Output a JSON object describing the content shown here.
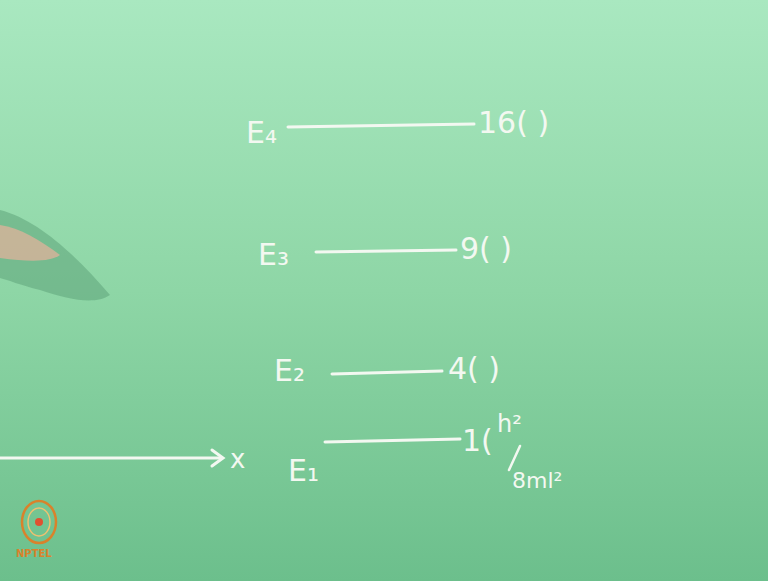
{
  "diagram": {
    "labels": [
      "E₄",
      "16( )",
      "E₃",
      "9( )",
      "E₂",
      "4( )",
      "E₁",
      "1(",
      "h²",
      "8ml²",
      "x",
      "NPTEL"
    ]
  }
}
